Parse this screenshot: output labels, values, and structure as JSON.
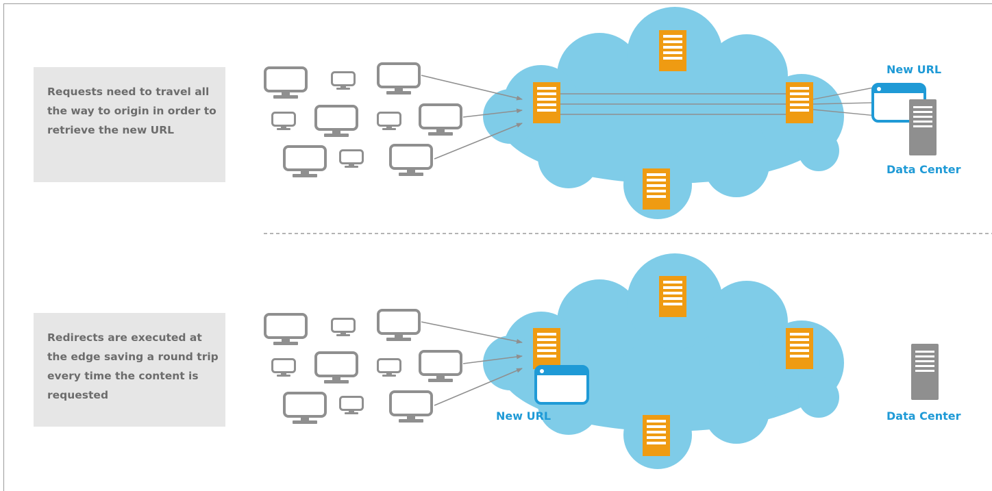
{
  "top_scenario": {
    "caption": "Requests need to travel all the way to origin in order to retrieve the new URL",
    "new_url_label": "New URL",
    "data_center_label": "Data Center"
  },
  "bottom_scenario": {
    "caption": "Redirects are executed at the edge saving a round trip every time the content is requested",
    "new_url_label": "New URL",
    "data_center_label": "Data Center"
  },
  "colors": {
    "cloud": "#7fcce8",
    "edge_server": "#ef9b12",
    "origin_server": "#8f8f8f",
    "accent_blue": "#1f9ad6",
    "client_gray": "#8f8f8f"
  }
}
